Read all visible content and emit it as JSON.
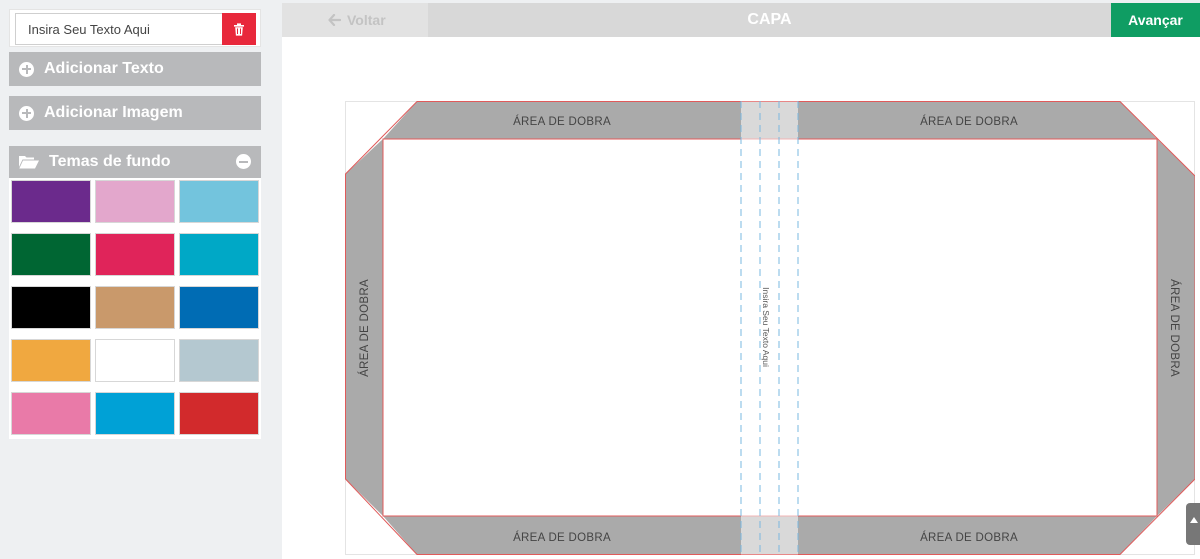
{
  "sidebar": {
    "text_input": {
      "value": "Insira Seu Texto Aqui",
      "placeholder": ""
    },
    "add_text_label": "Adicionar Texto",
    "add_image_label": "Adicionar Imagem",
    "themes_label": "Temas de fundo",
    "swatches": [
      "#6b2a8c",
      "#e3a7cc",
      "#73c4dd",
      "#006633",
      "#e0245a",
      "#00a8c6",
      "#000000",
      "#c9996b",
      "#006cb4",
      "#f0a840",
      "#ffffff",
      "#b4c8d0",
      "#e97aa8",
      "#00a1d6",
      "#d22a2c"
    ]
  },
  "topbar": {
    "back_label": "Voltar",
    "title": "CAPA",
    "next_label": "Avançar"
  },
  "canvas": {
    "fold_label": "ÁREA DE DOBRA",
    "spine_text": "Insira Seu Texto Aqui"
  },
  "colors": {
    "fold_gray": "#aaaaaa",
    "border_red": "#e05a5a",
    "guide_blue": "#7ab8e0",
    "accent_green": "#0f9d63",
    "delete_red": "#e8283b"
  }
}
